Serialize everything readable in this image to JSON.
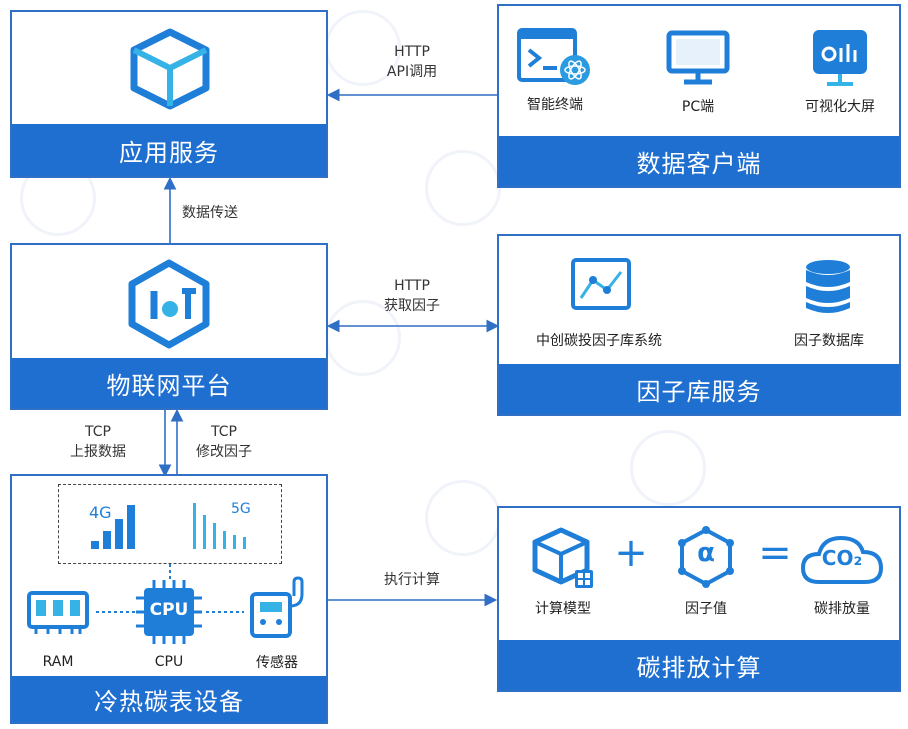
{
  "panels": {
    "app_service": {
      "title": "应用服务"
    },
    "data_client": {
      "title": "数据客户端",
      "items": [
        "智能终端",
        "PC端",
        "可视化大屏"
      ]
    },
    "iot_platform": {
      "title": "物联网平台"
    },
    "factor_service": {
      "title": "因子库服务",
      "items": [
        "中创碳投因子库系统",
        "因子数据库"
      ]
    },
    "device": {
      "title": "冷热碳表设备",
      "items": [
        "RAM",
        "CPU",
        "传感器"
      ],
      "cpu_chip_text": "CPU",
      "net_4g": "4G",
      "net_5g": "5G"
    },
    "carbon_calc": {
      "title": "碳排放计算",
      "items": [
        "计算模型",
        "因子值",
        "碳排放量"
      ],
      "plus": "+",
      "equals": "=",
      "alpha": "α",
      "co2": "CO₂"
    }
  },
  "edges": {
    "http_api": [
      "HTTP",
      "API调用"
    ],
    "data_transfer": "数据传送",
    "http_factor": [
      "HTTP",
      "获取因子"
    ],
    "tcp_report": [
      "TCP",
      "上报数据"
    ],
    "tcp_modify": [
      "TCP",
      "修改因子"
    ],
    "exec_calc": "执行计算"
  }
}
